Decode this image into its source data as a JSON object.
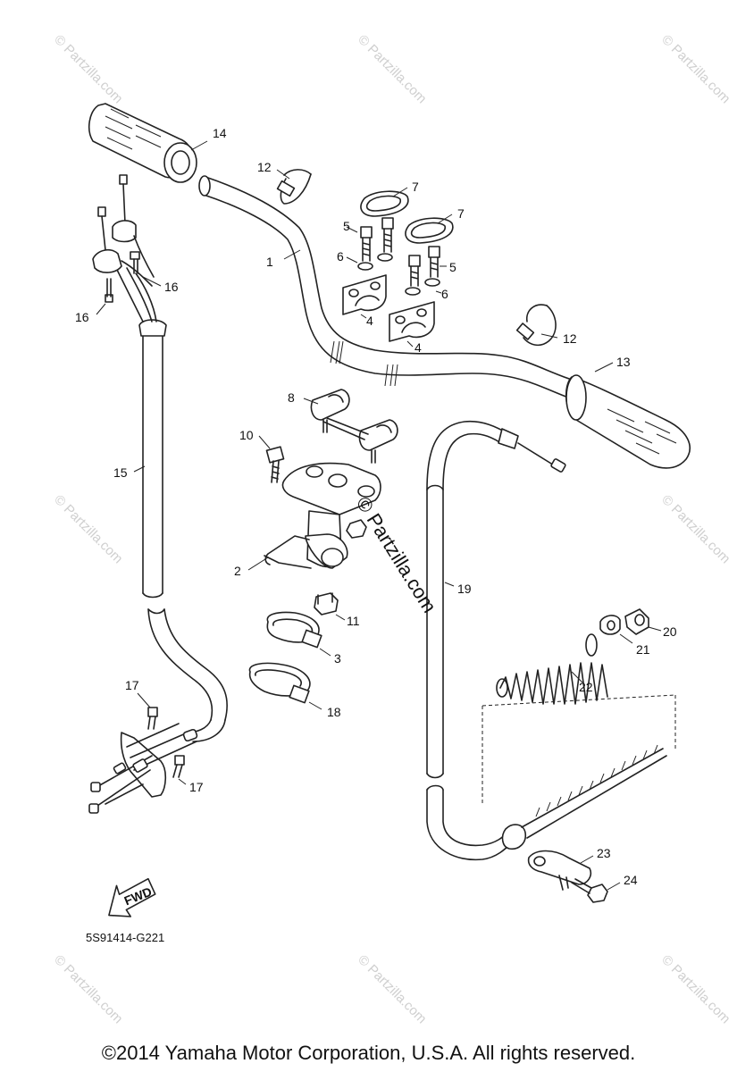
{
  "diagram": {
    "code": "5S91414-G221",
    "copyright": "©2014  Yamaha Motor Corporation, U.S.A. All rights reserved.",
    "fwd_label": "FWD",
    "watermark": "© Partzilla.com",
    "center_watermark": "© Partzilla.com"
  },
  "callouts": {
    "c1": "1",
    "c2": "2",
    "c3": "3",
    "c4a": "4",
    "c4b": "4",
    "c5a": "5",
    "c5b": "5",
    "c6a": "6",
    "c6b": "6",
    "c7a": "7",
    "c7b": "7",
    "c8": "8",
    "c10": "10",
    "c11": "11",
    "c12a": "12",
    "c12b": "12",
    "c13": "13",
    "c14": "14",
    "c15": "15",
    "c16a": "16",
    "c16b": "16",
    "c17a": "17",
    "c17b": "17",
    "c18": "18",
    "c19": "19",
    "c20": "20",
    "c21": "21",
    "c22": "22",
    "c23": "23",
    "c24": "24"
  }
}
